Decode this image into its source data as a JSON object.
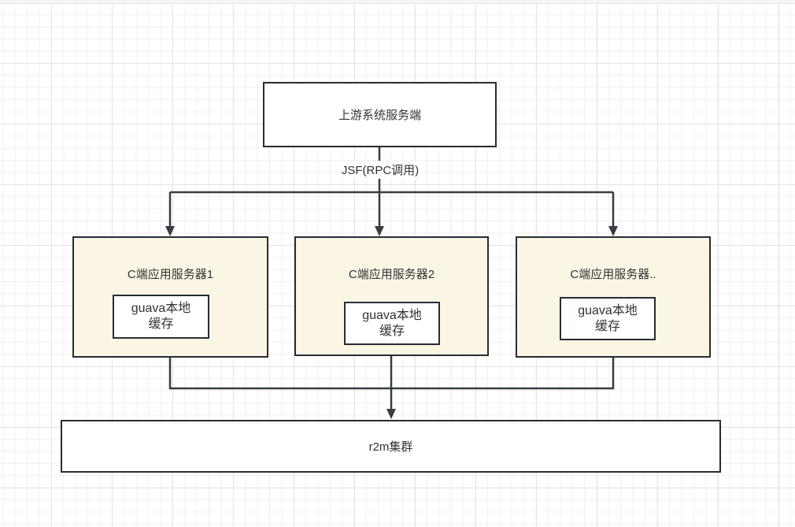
{
  "diagram": {
    "upstream_server": {
      "label": "上游系统服务端"
    },
    "rpc_edge_label": "JSF(RPC调用)",
    "app_servers": [
      {
        "title": "C端应用服务器1",
        "cache_lines": [
          "guava本地",
          "缓存"
        ]
      },
      {
        "title": "C端应用服务器2",
        "cache_lines": [
          "guava本地",
          "缓存"
        ]
      },
      {
        "title": "C端应用服务器..",
        "cache_lines": [
          "guava本地",
          "缓存"
        ]
      }
    ],
    "r2m_cluster": {
      "label": "r2m集群"
    }
  },
  "colors": {
    "node_border": "#272c34",
    "node_fill_white": "#ffffff",
    "node_fill_cream": "#fbf5e4",
    "connector": "#383d44",
    "text": "#333333",
    "grid_minor": "#f0f0f1",
    "grid_major": "#e3e4e7"
  }
}
